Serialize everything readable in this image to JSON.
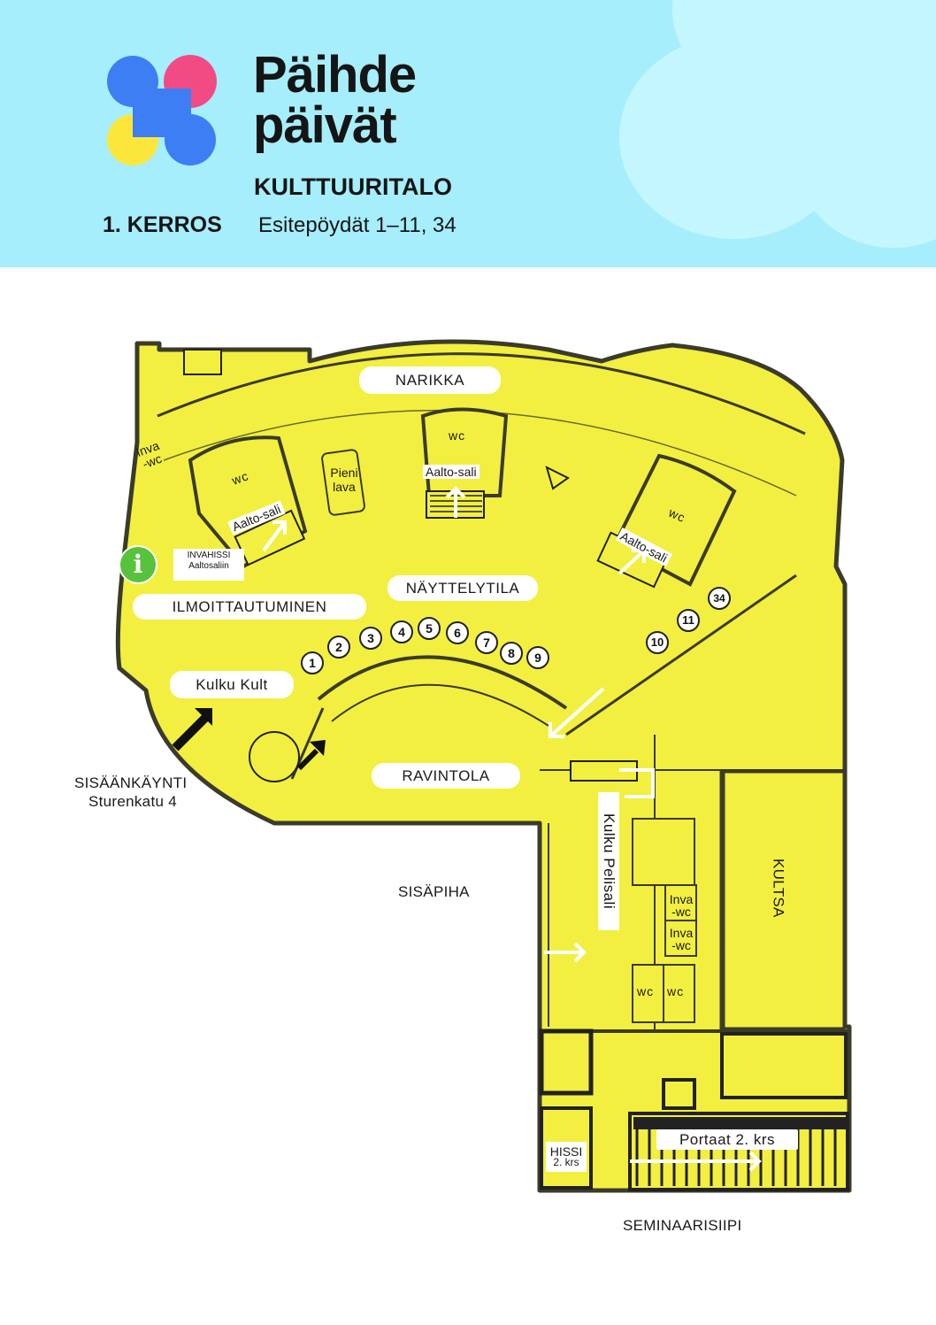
{
  "header": {
    "logo_line1": "Päihde",
    "logo_line2": "päivät",
    "venue": "KULTTUURITALO",
    "floor": "1. KERROS",
    "desks": "Esitepöydät 1–11, 34"
  },
  "colors": {
    "header_bg": "#a6eefb",
    "floor_fill": "#f2ef40",
    "wall": "#3b3b2a",
    "logo_blue": "#3d7ef5",
    "logo_pink": "#f24b84",
    "logo_yellow": "#fbe73b",
    "info_green": "#57c33c"
  },
  "map": {
    "narikka": "NARIKKA",
    "nayttelytila": "NÄYTTELYTILA",
    "ilmoittautuminen": "ILMOITTAUTUMINEN",
    "kulku_kult": "Kulku Kult",
    "ravintola": "RAVINTOLA",
    "kulku_pelisali": "Kulku Pelisali",
    "kultsa": "KULTSA",
    "sisapiha": "SISÄPIHA",
    "entrance_line1": "SISÄÄNKÄYNTI",
    "entrance_line2": "Sturenkatu 4",
    "seminaarisiipi": "SEMINAARISIIPI",
    "portaat": "Portaat 2. krs",
    "hissi_line1": "HISSI",
    "hissi_line2": "2. krs",
    "invahissi_line1": "INVAHISSI",
    "invahissi_line2": "Aaltosaliin",
    "info_icon": "i",
    "pieni_line1": "Pieni",
    "pieni_line2": "lava",
    "wc": "wc",
    "aalto_sali": "Aalto-sali",
    "inva_wc_line1": "Inva",
    "inva_wc_line2": "-wc",
    "desk_numbers": [
      "1",
      "2",
      "3",
      "4",
      "5",
      "6",
      "7",
      "8",
      "9",
      "10",
      "11",
      "34"
    ]
  }
}
